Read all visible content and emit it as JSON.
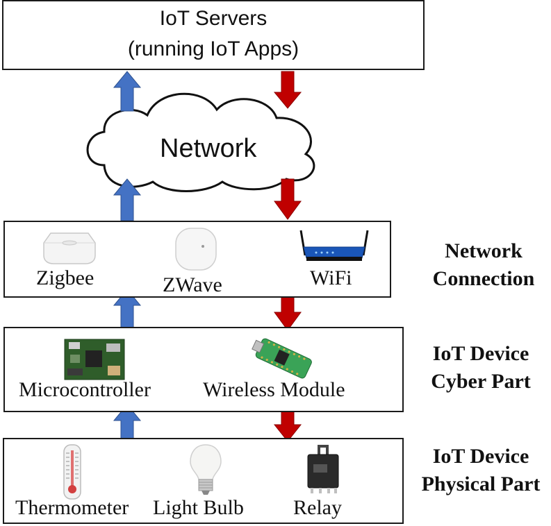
{
  "servers": {
    "line1": "IoT Servers",
    "line2": "(running IoT Apps)"
  },
  "network": {
    "label": "Network"
  },
  "network_connection": {
    "title_line1": "Network",
    "title_line2": "Connection",
    "items": [
      "Zigbee",
      "ZWave",
      "WiFi"
    ]
  },
  "cyber_part": {
    "title_line1": "IoT Device",
    "title_line2": "Cyber Part",
    "items": [
      "Microcontroller",
      "Wireless Module"
    ]
  },
  "physical_part": {
    "title_line1": "IoT Device",
    "title_line2": "Physical Part",
    "items": [
      "Thermometer",
      "Light Bulb",
      "Relay"
    ]
  },
  "colors": {
    "up_arrow": "#4472c4",
    "down_arrow": "#c00000",
    "border": "#1a1a1a"
  }
}
